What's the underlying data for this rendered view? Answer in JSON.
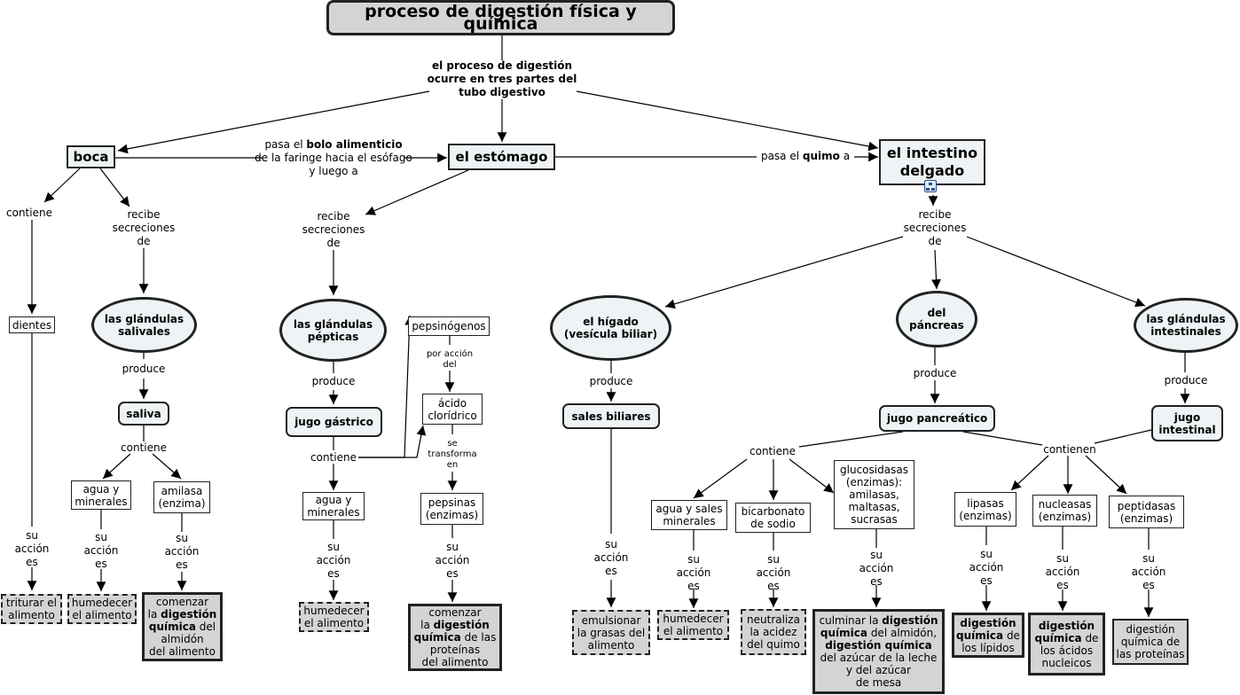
{
  "title": "proceso de digestión física y química",
  "intro": [
    "el proceso de digestión",
    "ocurre en tres partes del",
    "tubo digestivo"
  ],
  "organs": {
    "boca": "boca",
    "estomago": "el estómago",
    "intestino": [
      "el intestino",
      "delgado"
    ]
  },
  "link_boca_estomago": {
    "pre": "pasa el ",
    "bold": "bolo alimenticio",
    "line2": "de la faringe hacia el esófago",
    "line3": "y luego a"
  },
  "link_estomago_intestino": {
    "pre": "pasa el ",
    "bold": "quimo",
    "post": " a"
  },
  "boca": {
    "contiene": "contiene",
    "recibe": [
      "recibe",
      "secreciones",
      "de"
    ],
    "dientes": "dientes",
    "dientes_accion": [
      "su",
      "acción",
      "es"
    ],
    "dientes_result": [
      "triturar el",
      "alimento"
    ],
    "glandulas": [
      "las glándulas",
      "salivales"
    ],
    "produce": "produce",
    "saliva": "saliva",
    "saliva_contiene": "contiene",
    "agua": [
      "agua y",
      "minerales"
    ],
    "agua_accion": [
      "su",
      "acción",
      "es"
    ],
    "agua_result": [
      "humedecer",
      "el alimento"
    ],
    "amilasa": [
      "amilasa",
      "(enzima)"
    ],
    "amilasa_accion": [
      "su",
      "acción",
      "es"
    ],
    "amilasa_result": {
      "l1": "comenzar",
      "l2pre": "la ",
      "l2b": "digestión",
      "l3b": "química",
      "l3post": " del",
      "l4": "almidón",
      "l5": "del alimento"
    }
  },
  "estomago": {
    "recibe": [
      "recibe",
      "secreciones",
      "de"
    ],
    "glandulas": [
      "las glándulas",
      "pépticas"
    ],
    "produce": "produce",
    "jugo": "jugo gástrico",
    "contiene": "contiene",
    "agua": [
      "agua y",
      "minerales"
    ],
    "agua_accion": [
      "su",
      "acción",
      "es"
    ],
    "agua_result": [
      "humedecer",
      "el alimento"
    ],
    "pepsinogenos": "pepsinógenos",
    "por_accion": [
      "por acción",
      "del"
    ],
    "acido": [
      "ácido",
      "clorídrico"
    ],
    "transforma": [
      "se",
      "transforma",
      "en"
    ],
    "pepsinas": [
      "pepsinas",
      "(enzimas)"
    ],
    "pepsinas_accion": [
      "su",
      "acción",
      "es"
    ],
    "pepsinas_result": {
      "l1": "comenzar",
      "l2pre": "la ",
      "l2b": "digestión",
      "l3b": "química",
      "l3post": " de las",
      "l4": "proteínas",
      "l5": "del alimento"
    }
  },
  "intestino": {
    "recibe": [
      "recibe",
      "secreciones",
      "de"
    ],
    "higado": [
      "el hígado",
      "(vesícula biliar)"
    ],
    "higado_produce": "produce",
    "sales": "sales biliares",
    "sales_accion": [
      "su",
      "acción",
      "es"
    ],
    "sales_result": [
      "emulsionar",
      "la grasas del",
      "alimento"
    ],
    "pancreas": [
      "del",
      "páncreas"
    ],
    "pancreas_produce": "produce",
    "jugo_pancreatico": "jugo pancreático",
    "pancreatico_contiene": "contiene",
    "agua": [
      "agua y sales",
      "minerales"
    ],
    "agua_accion": [
      "su",
      "acción",
      "es"
    ],
    "agua_result": [
      "humedecer",
      "el alimento"
    ],
    "bicarbonato": [
      "bicarbonato",
      "de sodio"
    ],
    "bicarbonato_accion": [
      "su",
      "acción",
      "es"
    ],
    "bicarbonato_result": [
      "neutraliza",
      "la acidez",
      "del quimo"
    ],
    "glucosidasas": [
      "glucosidasas",
      "(enzimas):",
      "amilasas,",
      "maltasas,",
      "sucrasas"
    ],
    "glucosidasas_accion": [
      "su",
      "acción",
      "es"
    ],
    "glucosidasas_result": {
      "l1pre": "culminar la ",
      "l1b": "digestión",
      "l2b": "química",
      "l2post": " del almidón,",
      "l3b": "digestión química",
      "l4": "del azúcar de la leche",
      "l5": "y del azúcar",
      "l6": "de mesa"
    },
    "glandulas": [
      "las glándulas",
      "intestinales"
    ],
    "glandulas_produce": "produce",
    "jugo_intestinal": [
      "jugo",
      "intestinal"
    ],
    "intestinal_contienen": "contienen",
    "lipasas": [
      "lipasas",
      "(enzimas)"
    ],
    "lipasas_accion": [
      "su",
      "acción",
      "es"
    ],
    "lipasas_result": {
      "b1": "digestión",
      "b2": "química",
      "post2": " de",
      "l3": "los lípidos"
    },
    "nucleasas": [
      "nucleasas",
      "(enzimas)"
    ],
    "nucleasas_accion": [
      "su",
      "acción",
      "es"
    ],
    "nucleasas_result": {
      "b1": "digestión",
      "b2": "química",
      "post2": " de",
      "l3": "los ácidos",
      "l4": "nucleicos"
    },
    "peptidasas": [
      "peptidasas",
      "(enzimas)"
    ],
    "peptidasas_accion": [
      "su",
      "acción",
      "es"
    ],
    "peptidasas_result": [
      "digestión",
      "química de",
      "las proteínas"
    ]
  }
}
